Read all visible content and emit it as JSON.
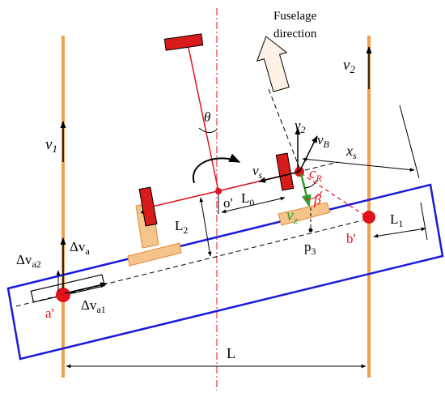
{
  "diagram": {
    "annotation": {
      "line1": "Fuselage",
      "line2": "direction"
    },
    "labels": {
      "v1": {
        "base": "v",
        "sub": "1"
      },
      "v2_right": {
        "base": "v",
        "sub": "2"
      },
      "v2_center": {
        "base": "v",
        "sub": "2"
      },
      "vB": {
        "base": "v",
        "sub": "B"
      },
      "vs": {
        "base": "v",
        "sub": "s"
      },
      "vz": {
        "base": "v",
        "sub": "z"
      },
      "cR": {
        "base": "c",
        "sub": "R"
      },
      "xs": {
        "base": "x",
        "sub": "s"
      },
      "theta": "θ",
      "beta": "β",
      "o_prime": "o'",
      "a_prime": "a'",
      "b_prime": "b'",
      "p3": {
        "base": "p",
        "sub": "3"
      },
      "L": "L",
      "L0": {
        "base": "L",
        "sub": "0"
      },
      "L1": {
        "base": "L",
        "sub": "1"
      },
      "L2": {
        "base": "L",
        "sub": "2"
      },
      "dva": {
        "base": "Δv",
        "sub": "a"
      },
      "dva1": {
        "base": "Δv",
        "sub": "a1"
      },
      "dva2": {
        "base": "Δv",
        "sub": "a2"
      }
    },
    "colors": {
      "rail": "#f0a04b",
      "plate": "#1a1ad8",
      "accent_red": "#e0121b",
      "wheel": "#d81b1b",
      "body_fill": "#f5c48a",
      "body_stroke": "#e08a3c",
      "green": "#2aa12a",
      "arrow_fill": "#fdf0e4",
      "ink": "#000000"
    }
  }
}
